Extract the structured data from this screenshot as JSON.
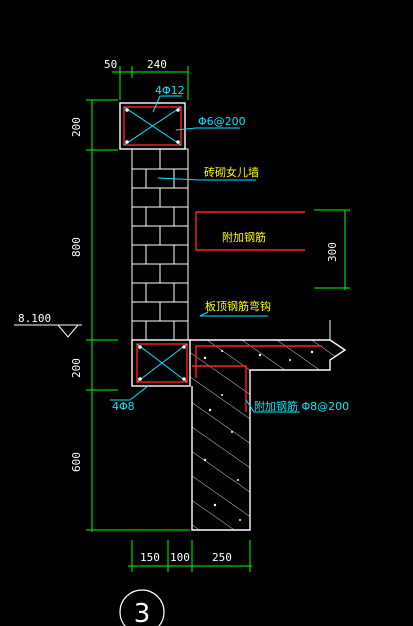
{
  "colors": {
    "background": "#000000",
    "dimension": "#00ff00",
    "beam_outline": "#ffffff",
    "rebar_red": "#ff2020",
    "annotation_cyan": "#00e5ff",
    "annotation_yellow": "#ffff00",
    "dim_text": "#ffffff"
  },
  "top_dims": {
    "offset": "50",
    "width": "240"
  },
  "bottom_dims": [
    "150",
    "100",
    "250"
  ],
  "left_dims": [
    "200",
    "800",
    "200",
    "600"
  ],
  "right_dim": "300",
  "level_mark": "8.100",
  "labels": {
    "top_rebar": "4Φ12",
    "top_stirrup": "Φ6@200",
    "parapet_wall": "砖砌女儿墙",
    "add_bar_upper": "附加钢筋",
    "slab_anchor": "板顶钢筋弯钩",
    "bottom_rebar": "4Φ8",
    "add_bar_lower": "附加钢筋 Φ8@200"
  },
  "detail_number": "3"
}
